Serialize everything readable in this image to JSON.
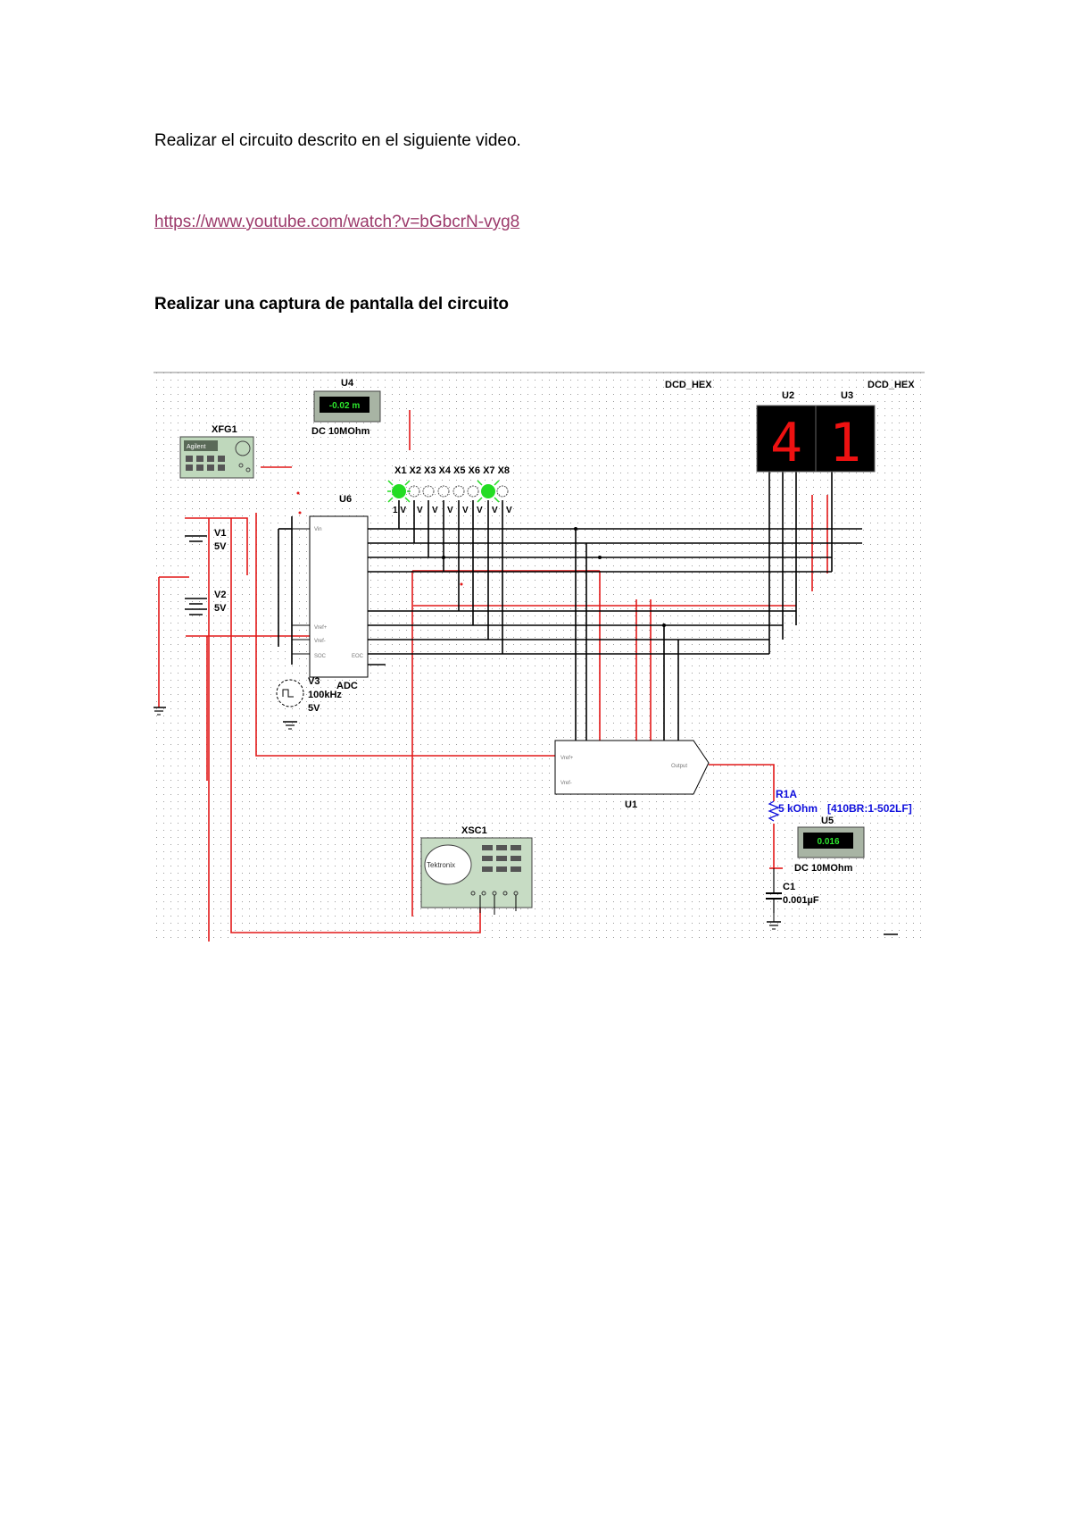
{
  "document": {
    "instruction": "Realizar el circuito descrito en el siguiente video.",
    "link": "https://www.youtube.com/watch?v=bGbcrN-vyg8",
    "subtitle": "Realizar una captura de pantalla del circuito"
  },
  "schematic": {
    "function_generator": {
      "ref": "XFG1",
      "brand": "Agilent"
    },
    "voltmeter_u4": {
      "ref": "U4",
      "reading": "-0.02 m",
      "mode": "DC  10MOhm"
    },
    "voltmeter_u5": {
      "ref": "U5",
      "reading": "0.016",
      "mode": "DC  10MOhm"
    },
    "probes": {
      "labels": "X1 X2 X3 X4 X5 X6 X7 X8",
      "volt_labels": [
        "1 V",
        "V",
        "V",
        "V",
        "V",
        "V",
        "V",
        "V"
      ],
      "lit_color": "#22dd22"
    },
    "adc": {
      "ref": "U6",
      "name": "ADC",
      "left_pins": [
        "Vin",
        "Vref+",
        "Vref-",
        "SOC"
      ],
      "right_pin": "EOC"
    },
    "v1": {
      "ref": "V1",
      "value": "5V"
    },
    "v2": {
      "ref": "V2",
      "value": "5V"
    },
    "v3": {
      "ref": "V3",
      "freq": "100kHz",
      "value": "5V"
    },
    "hex_displays": {
      "label": "DCD_HEX",
      "refs": [
        "U2",
        "U3"
      ],
      "digits": [
        "4",
        "1"
      ],
      "segment_color": "#ee1111"
    },
    "dac": {
      "ref": "U1",
      "pins": [
        "Vref+",
        "Vref-",
        "Output"
      ]
    },
    "resistor": {
      "ref": "R1A",
      "value": "5 kOhm",
      "key": "[410BR:1-502LF]"
    },
    "capacitor": {
      "ref": "C1",
      "value": "0.001µF"
    },
    "oscilloscope": {
      "ref": "XSC1",
      "brand": "Tektronix"
    }
  }
}
